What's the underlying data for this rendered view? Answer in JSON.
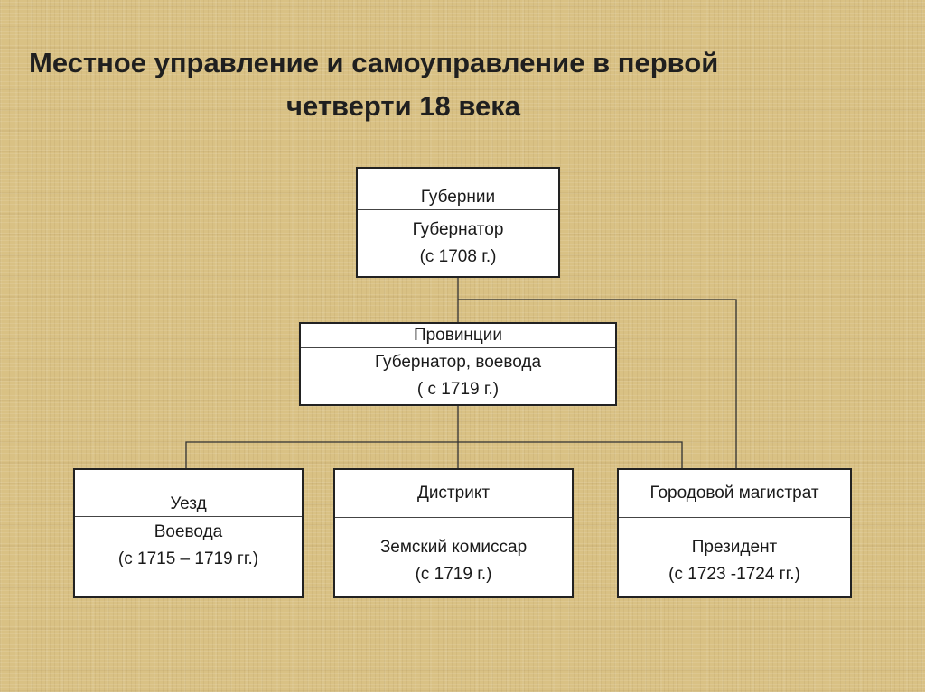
{
  "title": {
    "line1": "Местное управление и самоуправление в первой",
    "line2": "четверти 18 века"
  },
  "nodes": {
    "gubernii": {
      "head": "Губернии",
      "lines": [
        "Губернатор",
        "(с 1708 г.)"
      ]
    },
    "provintsii": {
      "head": "Провинции",
      "lines": [
        "Губернатор, воевода",
        "( с 1719 г.)"
      ]
    },
    "uezd": {
      "head": "Уезд",
      "lines": [
        "Воевода",
        "(с 1715 – 1719 гг.)"
      ]
    },
    "distrikt": {
      "head": "Дистрикт",
      "lines": [
        "Земский комиссар",
        "(с 1719 г.)"
      ]
    },
    "magistrat": {
      "head": "Городовой магистрат",
      "lines": [
        "Президент",
        "(с 1723 -1724 гг.)"
      ]
    }
  },
  "colors": {
    "background": "#d9c184",
    "box_fill": "#ffffff",
    "line": "#333333"
  }
}
